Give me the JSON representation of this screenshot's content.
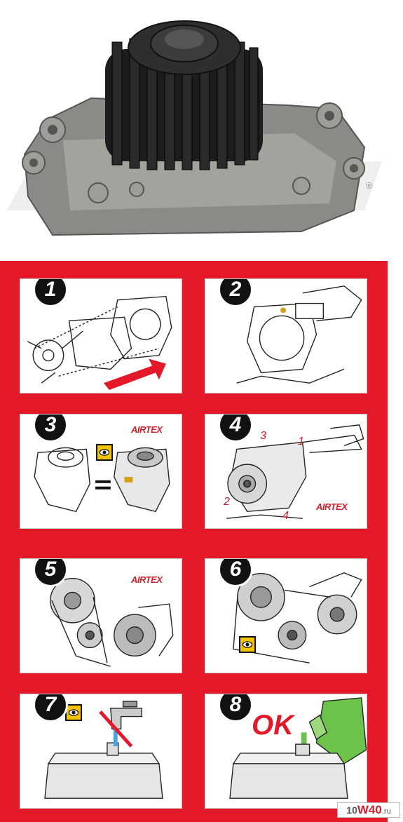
{
  "photo": {
    "registered_mark": "®"
  },
  "steps": [
    {
      "number": "1"
    },
    {
      "number": "2"
    },
    {
      "number": "3",
      "brand": "AIRTEX"
    },
    {
      "number": "4",
      "brand": "AIRTEX",
      "bolt_order": [
        "1",
        "2",
        "3",
        "4"
      ]
    },
    {
      "number": "5",
      "brand": "AIRTEX"
    },
    {
      "number": "6"
    },
    {
      "number": "7"
    },
    {
      "number": "8",
      "ok": "OK"
    }
  ],
  "watermark": {
    "prefix": "10",
    "brand": "W40",
    "suffix": ".ru"
  },
  "colors": {
    "panel_red": "#e3192a",
    "brand_red": "#d2202f",
    "badge_yellow": "#f5c400",
    "coolant_green": "#6cc24a"
  }
}
